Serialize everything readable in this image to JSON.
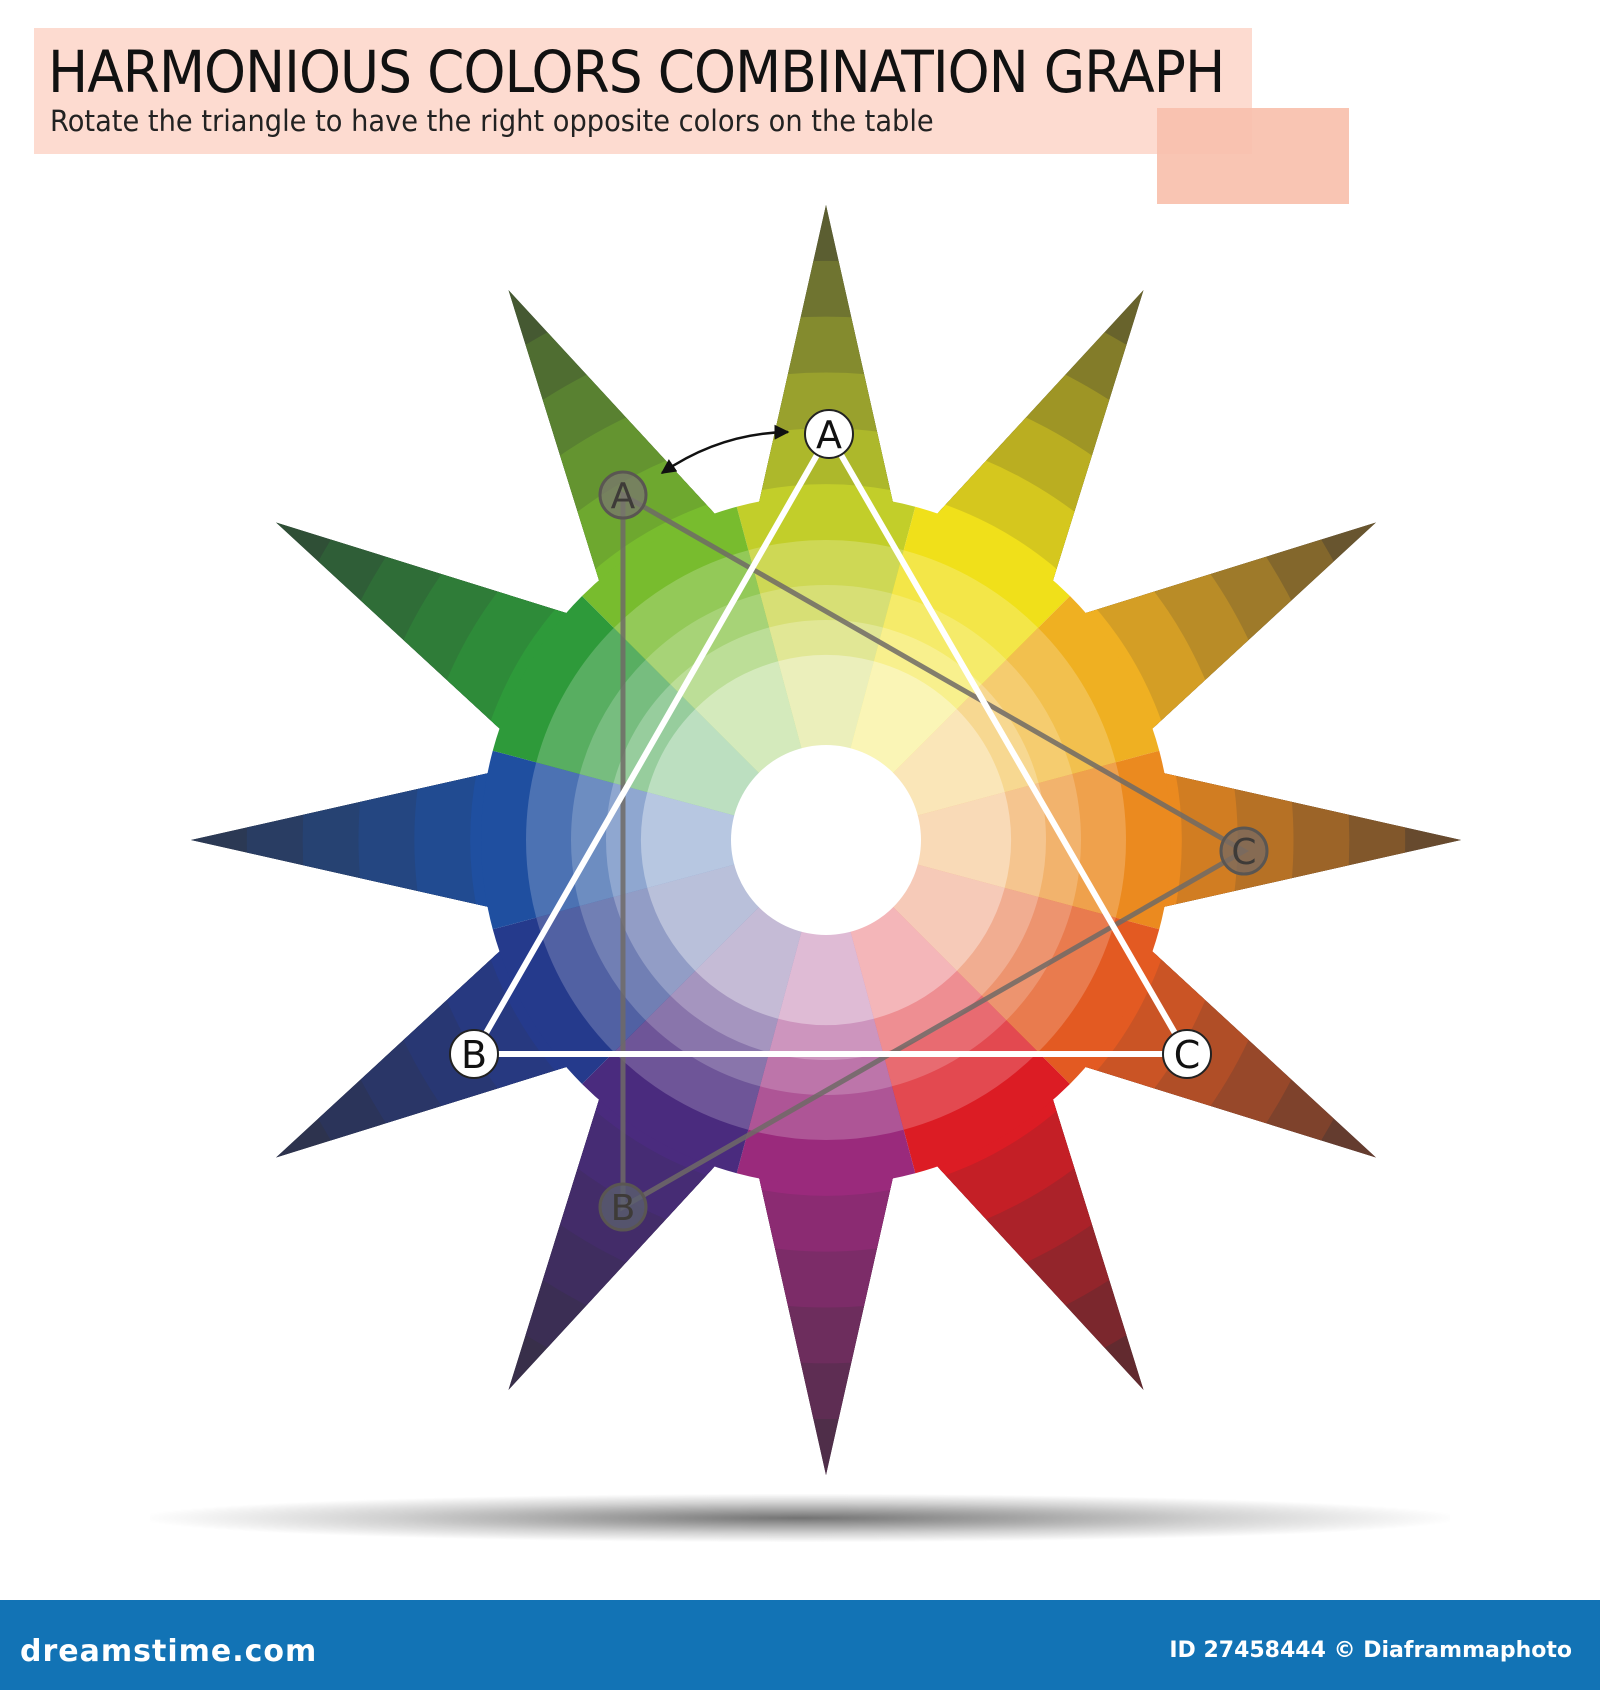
{
  "header": {
    "title": "HARMONIOUS COLORS COMBINATION GRAPH",
    "subtitle": "Rotate the triangle to have the right opposite colors on the table"
  },
  "diagram": {
    "triangle_front": {
      "labels": [
        "A",
        "B",
        "C"
      ]
    },
    "triangle_back": {
      "labels": [
        "A",
        "B",
        "C"
      ]
    },
    "wheel_hues": [
      {
        "name": "yellow-green",
        "color": "#c2ce2a"
      },
      {
        "name": "yellow",
        "color": "#f0e01a"
      },
      {
        "name": "yellow-orange",
        "color": "#efb022"
      },
      {
        "name": "orange",
        "color": "#eb8a1f"
      },
      {
        "name": "red-orange",
        "color": "#e35a22"
      },
      {
        "name": "red",
        "color": "#dc1c24"
      },
      {
        "name": "red-violet",
        "color": "#9a2a7c"
      },
      {
        "name": "violet",
        "color": "#4a2b7e"
      },
      {
        "name": "blue-violet",
        "color": "#253a8c"
      },
      {
        "name": "blue",
        "color": "#1f4fa0"
      },
      {
        "name": "green",
        "color": "#2e9a3a"
      },
      {
        "name": "light-green",
        "color": "#78bc2e"
      }
    ]
  },
  "footer": {
    "site": "dreamstime.com",
    "image_id": "ID 27458444 © Diaframmaphoto"
  }
}
